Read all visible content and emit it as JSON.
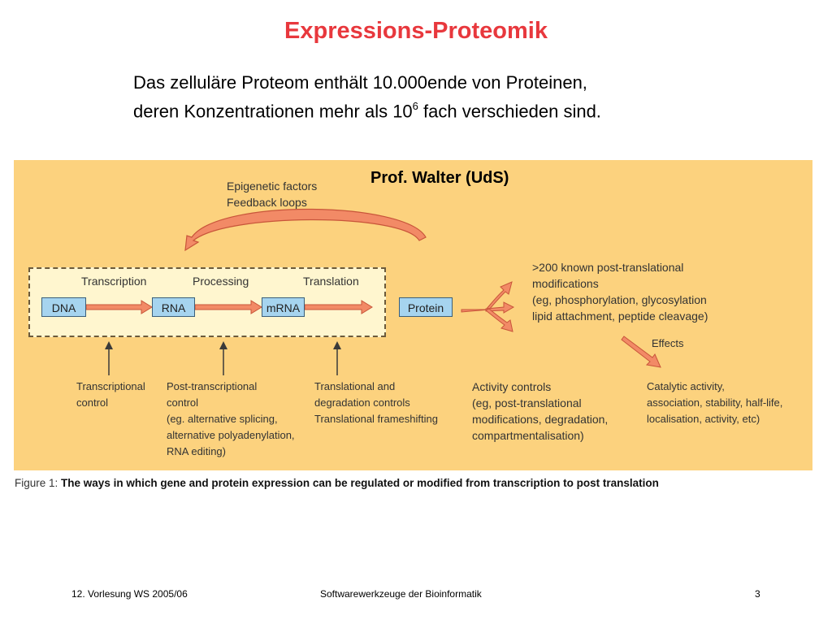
{
  "slide": {
    "title": "Expressions-Proteomik",
    "subtitle_line1": "Das zelluläre Proteom enthält 10.000ende von Proteinen,",
    "subtitle_line2_pre": "deren Konzentrationen mehr als 10",
    "subtitle_line2_sup": "6",
    "subtitle_line2_post": " fach verschieden sind.",
    "credit": "Prof. Walter (UdS)"
  },
  "figure": {
    "epigenetic_line1": "Epigenetic factors",
    "epigenetic_line2": "Feedback loops",
    "process_labels": [
      "Transcription",
      "Processing",
      "Translation"
    ],
    "nodes": [
      "DNA",
      "RNA",
      "mRNA",
      "Protein"
    ],
    "modifications": [
      ">200 known post-translational",
      "modifications",
      "(eg, phosphorylation, glycosylation",
      "lipid attachment, peptide cleavage)"
    ],
    "effects_label": "Effects",
    "controls": {
      "transcriptional": [
        "Transcriptional",
        "control"
      ],
      "post_transcriptional": [
        "Post-transcriptional",
        "control",
        "(eg. alternative splicing,",
        "alternative polyadenylation,",
        "RNA editing)"
      ],
      "translational": [
        "Translational and",
        "degradation controls",
        "Translational frameshifting"
      ],
      "activity": [
        "Activity controls",
        "(eg, post-translational",
        "modifications, degradation,",
        "compartmentalisation)"
      ],
      "catalytic": [
        "Catalytic activity,",
        "association, stability, half-life,",
        "localisation, activity, etc)"
      ]
    },
    "caption_label": "Figure 1:",
    "caption_text": "The ways in which gene and protein expression can be regulated or modified from transcription to post translation",
    "colors": {
      "panel_background": "#fcd27e",
      "node_fill": "#a6d4ef",
      "arrow_fill": "#f28a66",
      "title_red": "#e8383d"
    }
  },
  "footer": {
    "left": "12. Vorlesung WS 2005/06",
    "center": "Softwarewerkzeuge der Bioinformatik",
    "right": "3"
  }
}
